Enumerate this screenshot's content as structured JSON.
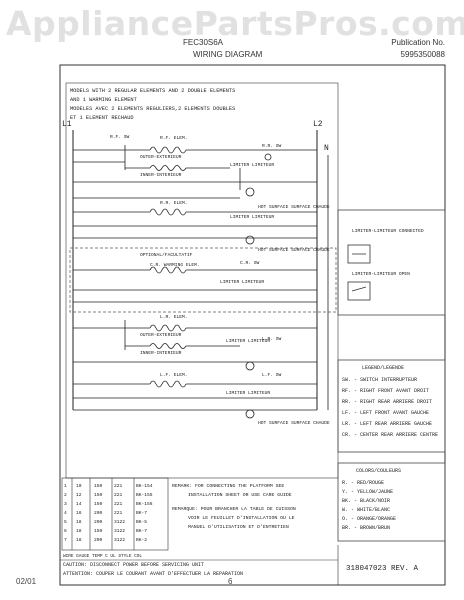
{
  "watermark": "AppliancePartsPros.com",
  "header": {
    "model": "FEC30S6A",
    "title": "WIRING DIAGRAM",
    "publication_label": "Publication No.",
    "publication_no": "5995350088"
  },
  "models_note": [
    "MODELS WITH 2 REGULAR ELEMENTS AND 2 DOUBLE ELEMENTS",
    "AND 1 WARMING ELEMENT",
    "MODELES AVEC 2 ELEMENTS REGULIERS,2 ELEMENTS DOUBLES",
    "ET 1 ELEMENT RECHAUD"
  ],
  "lines": {
    "l1": "L1",
    "l2": "L2",
    "n": "N"
  },
  "labels": {
    "rf_elem": "R.F. ELEM.",
    "rr_elem": "R.R. ELEM.",
    "lr_elem": "L.R. ELEM.",
    "lf_elem": "L.F. ELEM.",
    "cr_elem": "C.R. WARMING ELEM.",
    "outer": "OUTER-EXTERIEUR",
    "inner": "INNER-INTERIEUR",
    "limiter": "LIMITER LIMITEUR",
    "hot_surface": "HOT SURFACE SURFACE CHAUDE",
    "optional": "OPTIONAL/FACULTATIF",
    "rf_sw": "R.F. SW",
    "rr_sw": "R.R. SW",
    "lr_sw": "L.R. SW",
    "lf_sw": "L.F. SW",
    "cr_sw": "C.R. SW"
  },
  "limiter_box": {
    "connected": "LIMITER-LIMITEUR CONNECTED",
    "open": "LIMITER-LIMITEUR OPEN"
  },
  "legend": {
    "title": "LEGEND/LEGENDE",
    "items": [
      "SW. - SWITCH INTERRUPTEUR",
      "RF. - RIGHT FRONT AVANT DROIT",
      "RR. - RIGHT REAR ARRIERE DROIT",
      "LF. - LEFT FRONT AVANT GAUCHE",
      "LR. - LEFT REAR ARRIERE GAUCHE",
      "CR. - CENTER REAR ARRIERE CENTRE"
    ]
  },
  "colors": {
    "title": "COLORS/COULEURS",
    "items": [
      "R. - RED/ROUGE",
      "Y. - YELLOW/JAUNE",
      "BK. - BLACK/NOIR",
      "W. - WHITE/BLANC",
      "O. - ORANGE/ORANGE",
      "BR. - BROWN/BRUN"
    ]
  },
  "remark": [
    "REMARK: FOR CONNECTING THE PLATFORM SEE",
    "INSTALLATION SHEET OR USE CARE GUIDE",
    "REMARQUE: POUR BRANCHER LA TABLE DE CUISSON",
    "VOIR LE FEUILLET D'INSTALLATION OU LE",
    "MANUEL D'UTILISATION ET D'ENTRETIEN"
  ],
  "wire_table": {
    "rows": [
      [
        "1",
        "10",
        "150",
        "221",
        "BK-154"
      ],
      [
        "2",
        "12",
        "150",
        "221",
        "BK-155"
      ],
      [
        "3",
        "14",
        "150",
        "221",
        "BK-156"
      ],
      [
        "4",
        "16",
        "200",
        "221",
        "BK-7"
      ],
      [
        "5",
        "18",
        "200",
        "3122",
        "BK-5"
      ],
      [
        "6",
        "18",
        "150",
        "3122",
        "BK-7"
      ],
      [
        "7",
        "18",
        "200",
        "3122",
        "BK-2"
      ]
    ],
    "footer": "WIRE GAUGE TEMP C UL STYLE COL"
  },
  "caution": [
    "CAUTION: DISCONNECT POWER BEFORE SERVICING UNIT",
    "ATTENTION: COUPER LE COURANT AVANT D'EFFECTUER LA REPARATION"
  ],
  "part_no": "318047023 REV. A",
  "footer": {
    "date": "02/01",
    "page": "6"
  }
}
